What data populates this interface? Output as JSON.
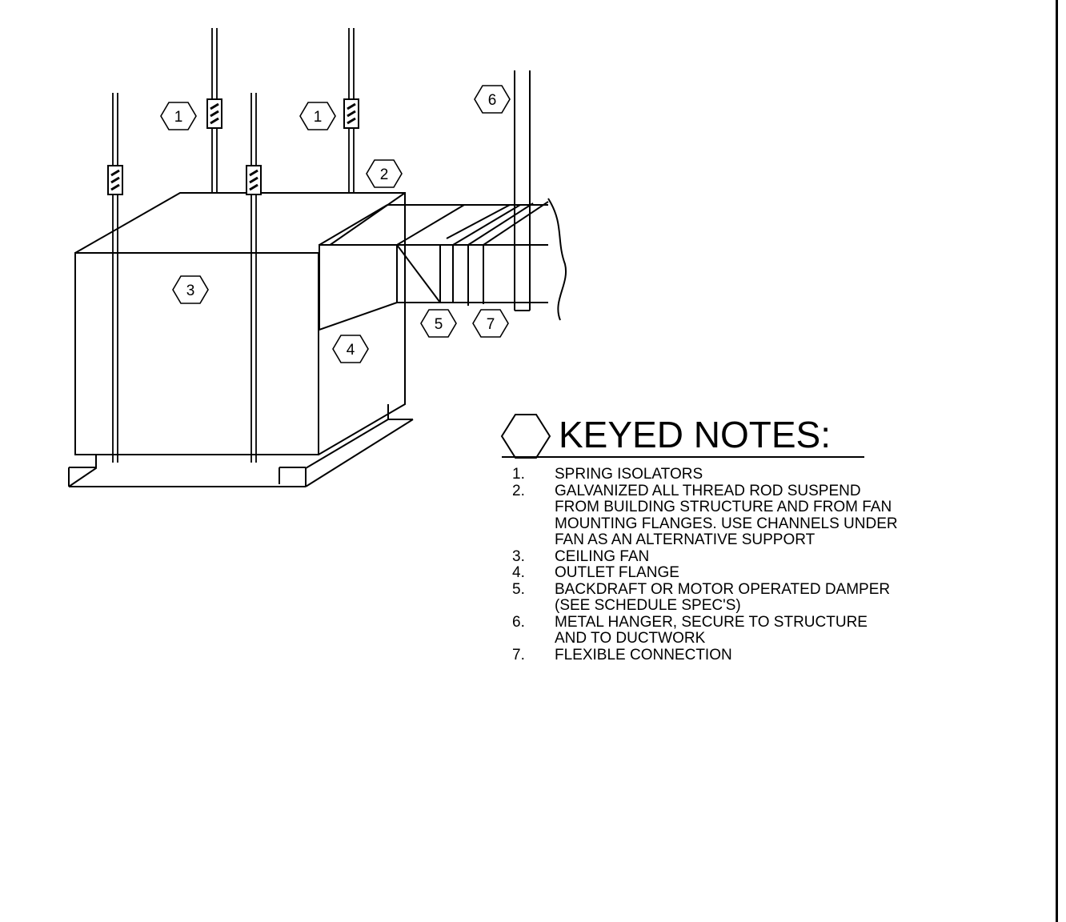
{
  "callouts": {
    "isolator_left": "1",
    "isolator_right": "1",
    "rod": "2",
    "fan": "3",
    "flange": "4",
    "damper": "5",
    "hanger": "6",
    "flex": "7"
  },
  "notes": {
    "title": "KEYED NOTES:",
    "items": [
      {
        "num": "1.",
        "text": "SPRING ISOLATORS"
      },
      {
        "num": "2.",
        "text": "GALVANIZED ALL THREAD ROD SUSPEND\nFROM BUILDING STRUCTURE AND FROM FAN\nMOUNTING FLANGES. USE CHANNELS UNDER\nFAN AS AN  ALTERNATIVE SUPPORT"
      },
      {
        "num": "3.",
        "text": "CEILING FAN"
      },
      {
        "num": "4.",
        "text": "OUTLET FLANGE"
      },
      {
        "num": "5.",
        "text": "BACKDRAFT OR MOTOR OPERATED DAMPER\n(SEE SCHEDULE SPEC'S)"
      },
      {
        "num": "6.",
        "text": "METAL HANGER, SECURE TO STRUCTURE\nAND TO DUCTWORK"
      },
      {
        "num": "7.",
        "text": "FLEXIBLE CONNECTION"
      }
    ]
  }
}
